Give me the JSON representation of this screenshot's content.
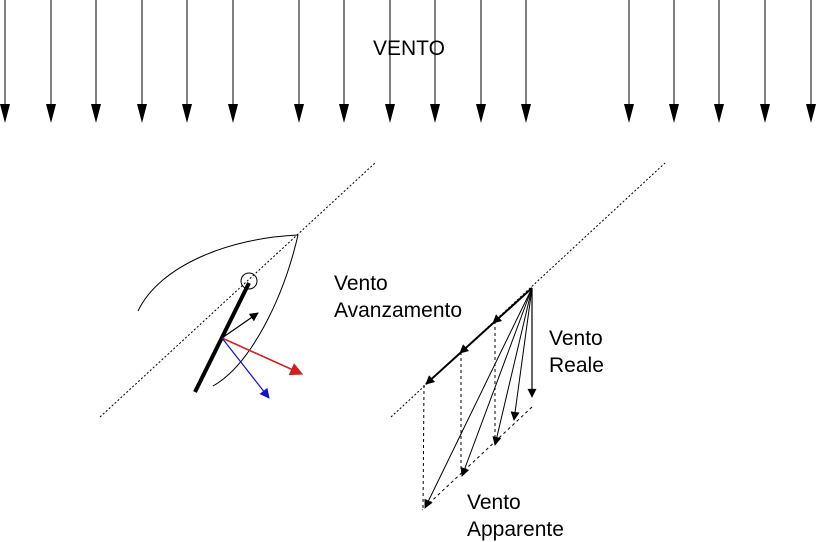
{
  "title": "VENTO",
  "labels": {
    "advance_wind": [
      "Vento",
      "Avanzamento"
    ],
    "true_wind": [
      "Vento",
      "Reale"
    ],
    "apparent_wind": [
      "Vento",
      "Apparente"
    ]
  },
  "colors": {
    "ink": "#000000",
    "lift_vector": "#cc2222",
    "drag_vector": "#1111cc"
  }
}
